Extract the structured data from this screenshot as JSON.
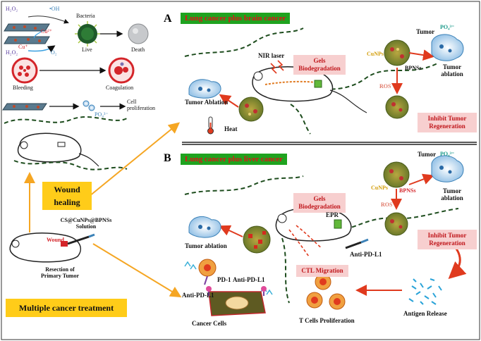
{
  "left_panel": {
    "h2o2_top": "H₂O₂",
    "oh_label": "•OH",
    "bacteria": "Bacteria",
    "cu2plus": "Cu²⁺",
    "cuplus": "Cu⁺",
    "h2o2_bottom": "H₂O₂",
    "o2_label": "O₂",
    "live": "Live",
    "death": "Death",
    "bleeding": "Bleeding",
    "coagulation": "Coagulation",
    "po4": "PO₄³⁻",
    "cell_proliferation": "Cell proliferation",
    "wound_healing": "Wound healing",
    "solution": "CS@CuNPs@BPNSs Solution",
    "wound": "Wound",
    "resection": "Resection of Primary Tumor",
    "multiple": "Multiple cancer treatment"
  },
  "section_a": {
    "letter": "A",
    "title": "Lung cancer plus brain cancer",
    "nir": "NIR laser",
    "gels": "Gels Biodegradation",
    "tumor": "Tumor",
    "po4": "PO₄³⁻",
    "cunps": "CuNPs",
    "bpnss": "BPNSs",
    "ros": "ROS",
    "tumor_ablation_right": "Tumor ablation",
    "tumor_ablation_left": "Tumor Ablation",
    "heat": "Heat",
    "inhibit": "Inhibit Tumor Regeneration"
  },
  "section_b": {
    "letter": "B",
    "title": "Lung cancer plus liver cancer",
    "gels": "Gels Biodegradation",
    "epr": "EPR",
    "tumor": "Tumor",
    "po4": "PO₄³⁻",
    "cunps": "CuNPs",
    "bpnss": "BPNSs",
    "ros": "ROS",
    "tumor_ablation_right": "Tumor ablation",
    "tumor_ablation_left": "Tumor ablation",
    "inhibit": "Inhibit Tumor Regeneration",
    "anti_pdl1_right": "Anti-PD-L1",
    "pd1": "PD-1",
    "anti_pdl1_mid": "Anti-PD-L1",
    "anti_pdl1_left": "Anti-PD-L1",
    "ctl": "CTL Migration",
    "cancer_cells": "Cancer Cells",
    "t_cells": "T Cells Proliferation",
    "antigen": "Antigen Release"
  }
}
